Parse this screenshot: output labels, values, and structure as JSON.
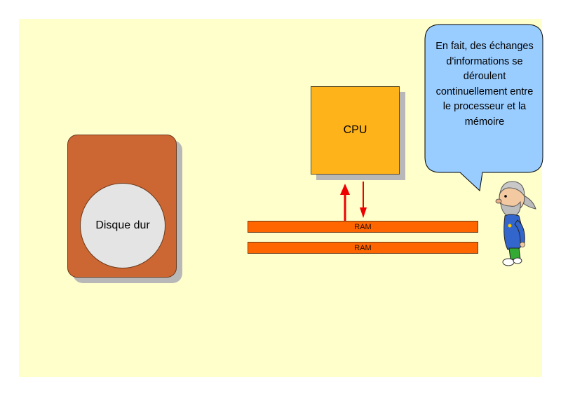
{
  "disk": {
    "label": "Disque dur"
  },
  "cpu": {
    "label": "CPU"
  },
  "ram": [
    {
      "label": "RAM"
    },
    {
      "label": "RAM"
    }
  ],
  "bubble": {
    "text": "En fait, des échanges d'informations se déroulent continuellement entre le processeur et la mémoire"
  },
  "colors": {
    "background": "#ffffcc",
    "disk": "#cc6633",
    "cpu": "#ffb31a",
    "ram": "#ff6600",
    "arrow": "#ee0000",
    "bubble": "#99ccff"
  },
  "icons": {
    "character": "bearded-man-icon"
  }
}
